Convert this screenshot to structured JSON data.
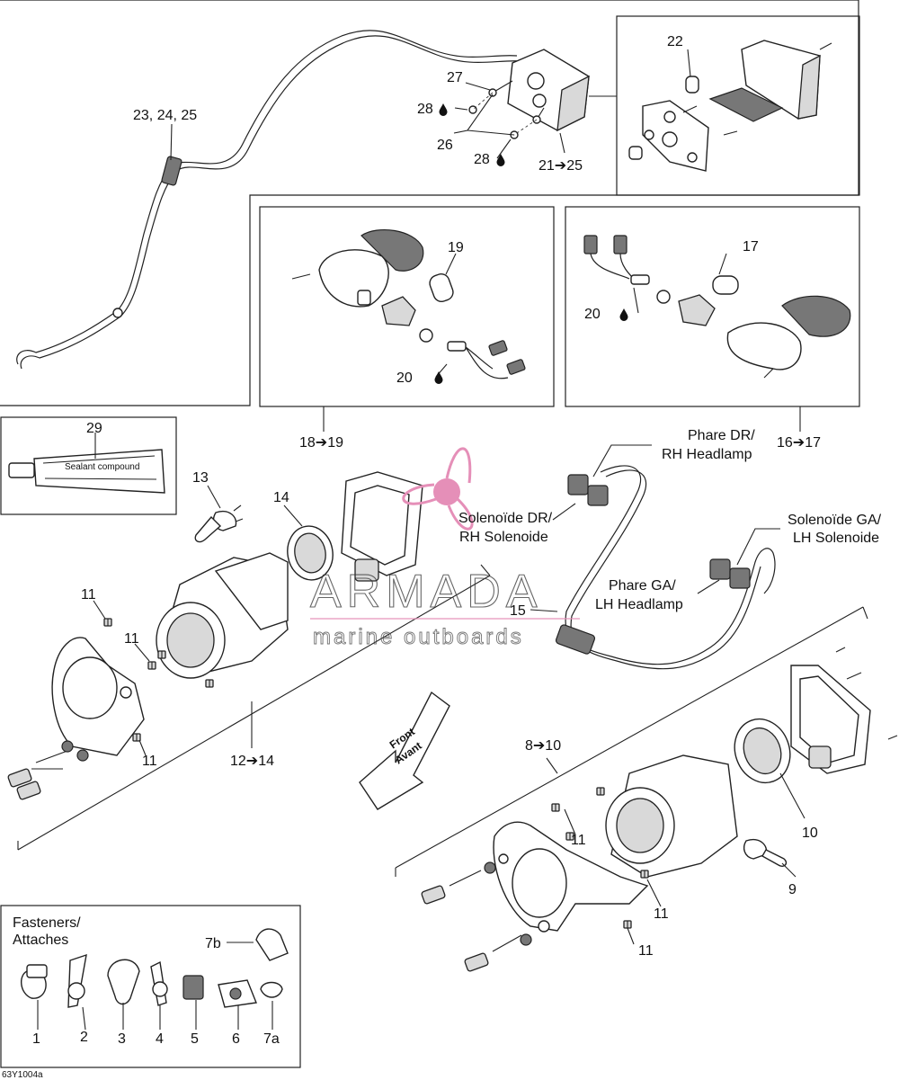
{
  "callouts": {
    "c23_25": "23, 24, 25",
    "c27": "27",
    "c28a": "28",
    "c26": "26",
    "c28b": "28",
    "c21_25": "21➔25",
    "c22": "22",
    "c19": "19",
    "c20a": "20",
    "c18_19": "18➔19",
    "c17": "17",
    "c20b": "20",
    "c16_17": "16➔17",
    "c29": "29",
    "c13": "13",
    "c14": "14",
    "c11a": "11",
    "c11b": "11",
    "c11c": "11",
    "c12_14": "12➔14",
    "c15": "15",
    "c8_10": "8➔10",
    "c11d": "11",
    "c10": "10",
    "c9": "9",
    "c11e": "11",
    "c11f": "11",
    "c7b": "7b",
    "f1": "1",
    "f2": "2",
    "f3": "3",
    "f4": "4",
    "f5": "5",
    "f6": "6",
    "f7a": "7a"
  },
  "labels": {
    "phare_dr_1": "Phare DR/",
    "phare_dr_2": "RH Headlamp",
    "sol_dr_1": "Solenoïde DR/",
    "sol_dr_2": "RH Solenoide",
    "sol_ga_1": "Solenoïde GA/",
    "sol_ga_2": "LH Solenoide",
    "phare_ga_1": "Phare GA/",
    "phare_ga_2": "LH Headlamp",
    "front_1": "Front",
    "front_2": "Avant",
    "fasteners_1": "Fasteners/",
    "fasteners_2": "Attaches",
    "figure_code": "63Y1004a"
  },
  "watermark": {
    "brand": "ARMADA",
    "tagline": "marine outboards",
    "logo_color": "#e58fb8"
  },
  "icons": {
    "droplet": "droplet-icon",
    "arrow": "arrow-right-icon"
  }
}
